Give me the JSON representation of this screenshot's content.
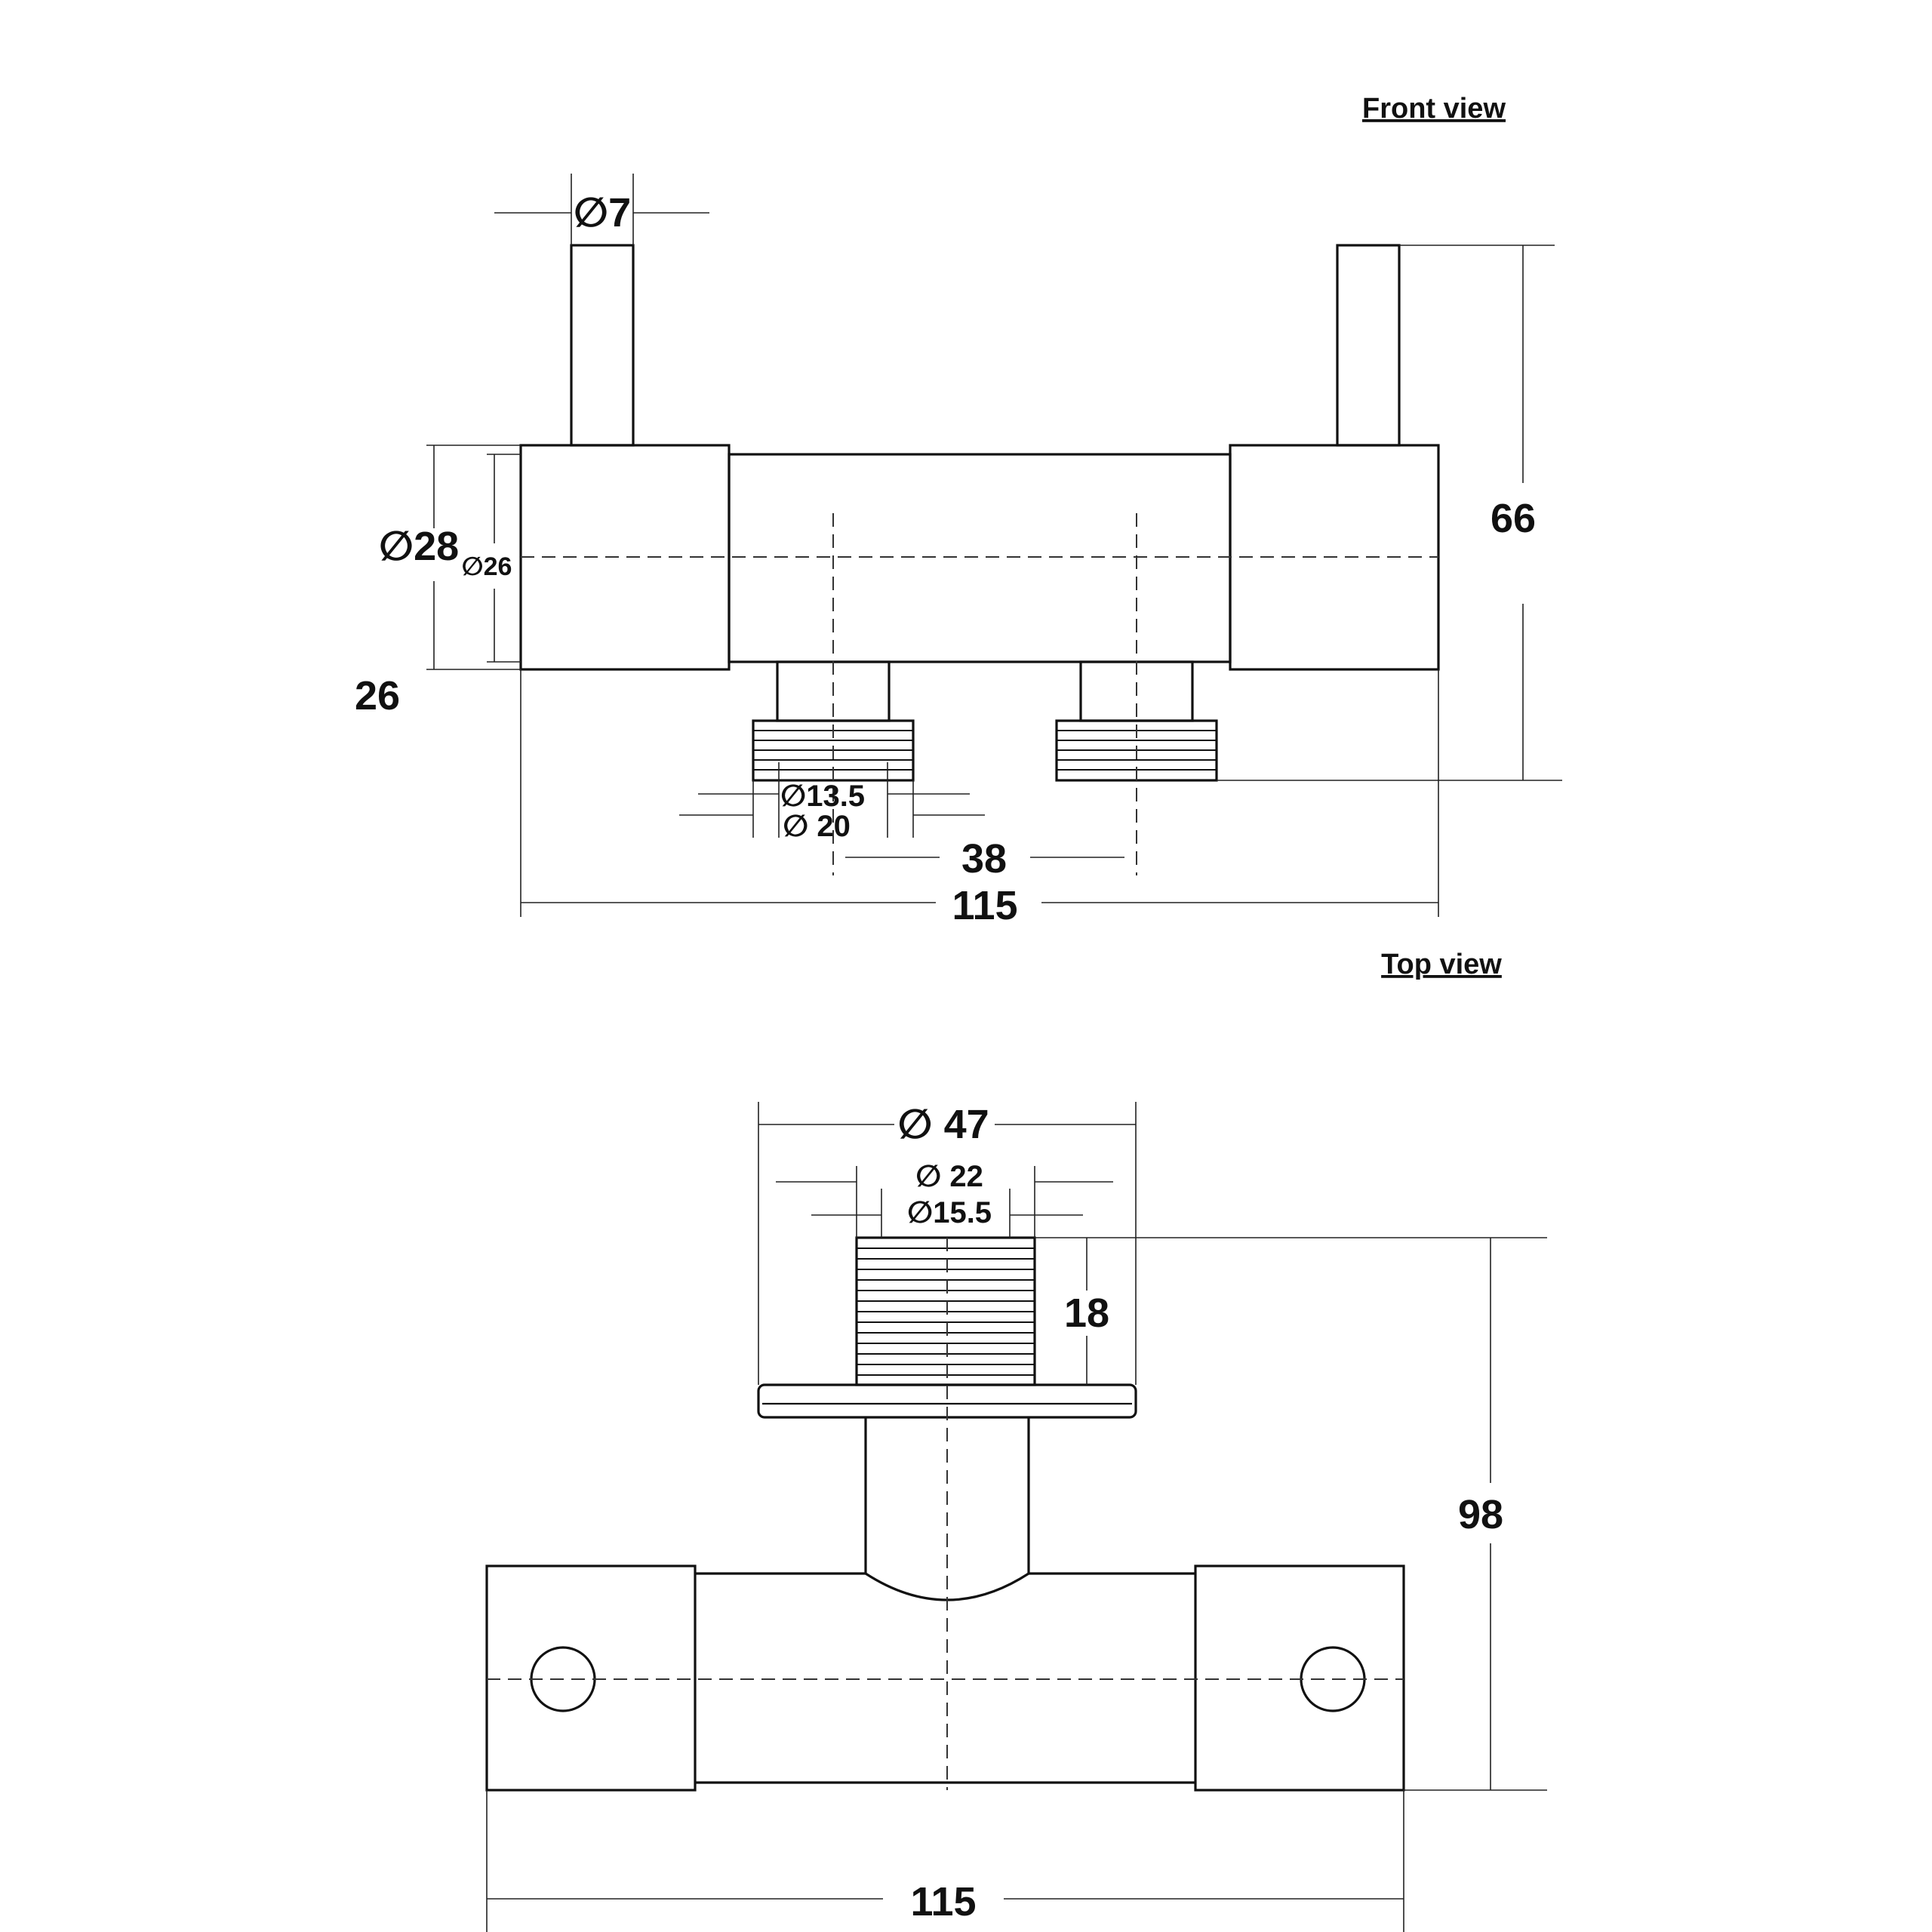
{
  "views": {
    "front": {
      "title": "Front view"
    },
    "top": {
      "title": "Top view"
    }
  },
  "front_dims": {
    "pin_diameter": "∅7",
    "body_outer": "∅28",
    "body_inner": "∅26",
    "left_offset": "26",
    "overall_height": "66",
    "thread_inner": "∅13.5",
    "thread_outer": "∅ 20",
    "outlet_spacing": "38",
    "overall_width": "115"
  },
  "top_dims": {
    "flange_diameter": "∅ 47",
    "thread_outer": "∅ 22",
    "thread_inner": "∅15.5",
    "thread_length": "18",
    "overall_depth": "98",
    "overall_width": "115"
  }
}
